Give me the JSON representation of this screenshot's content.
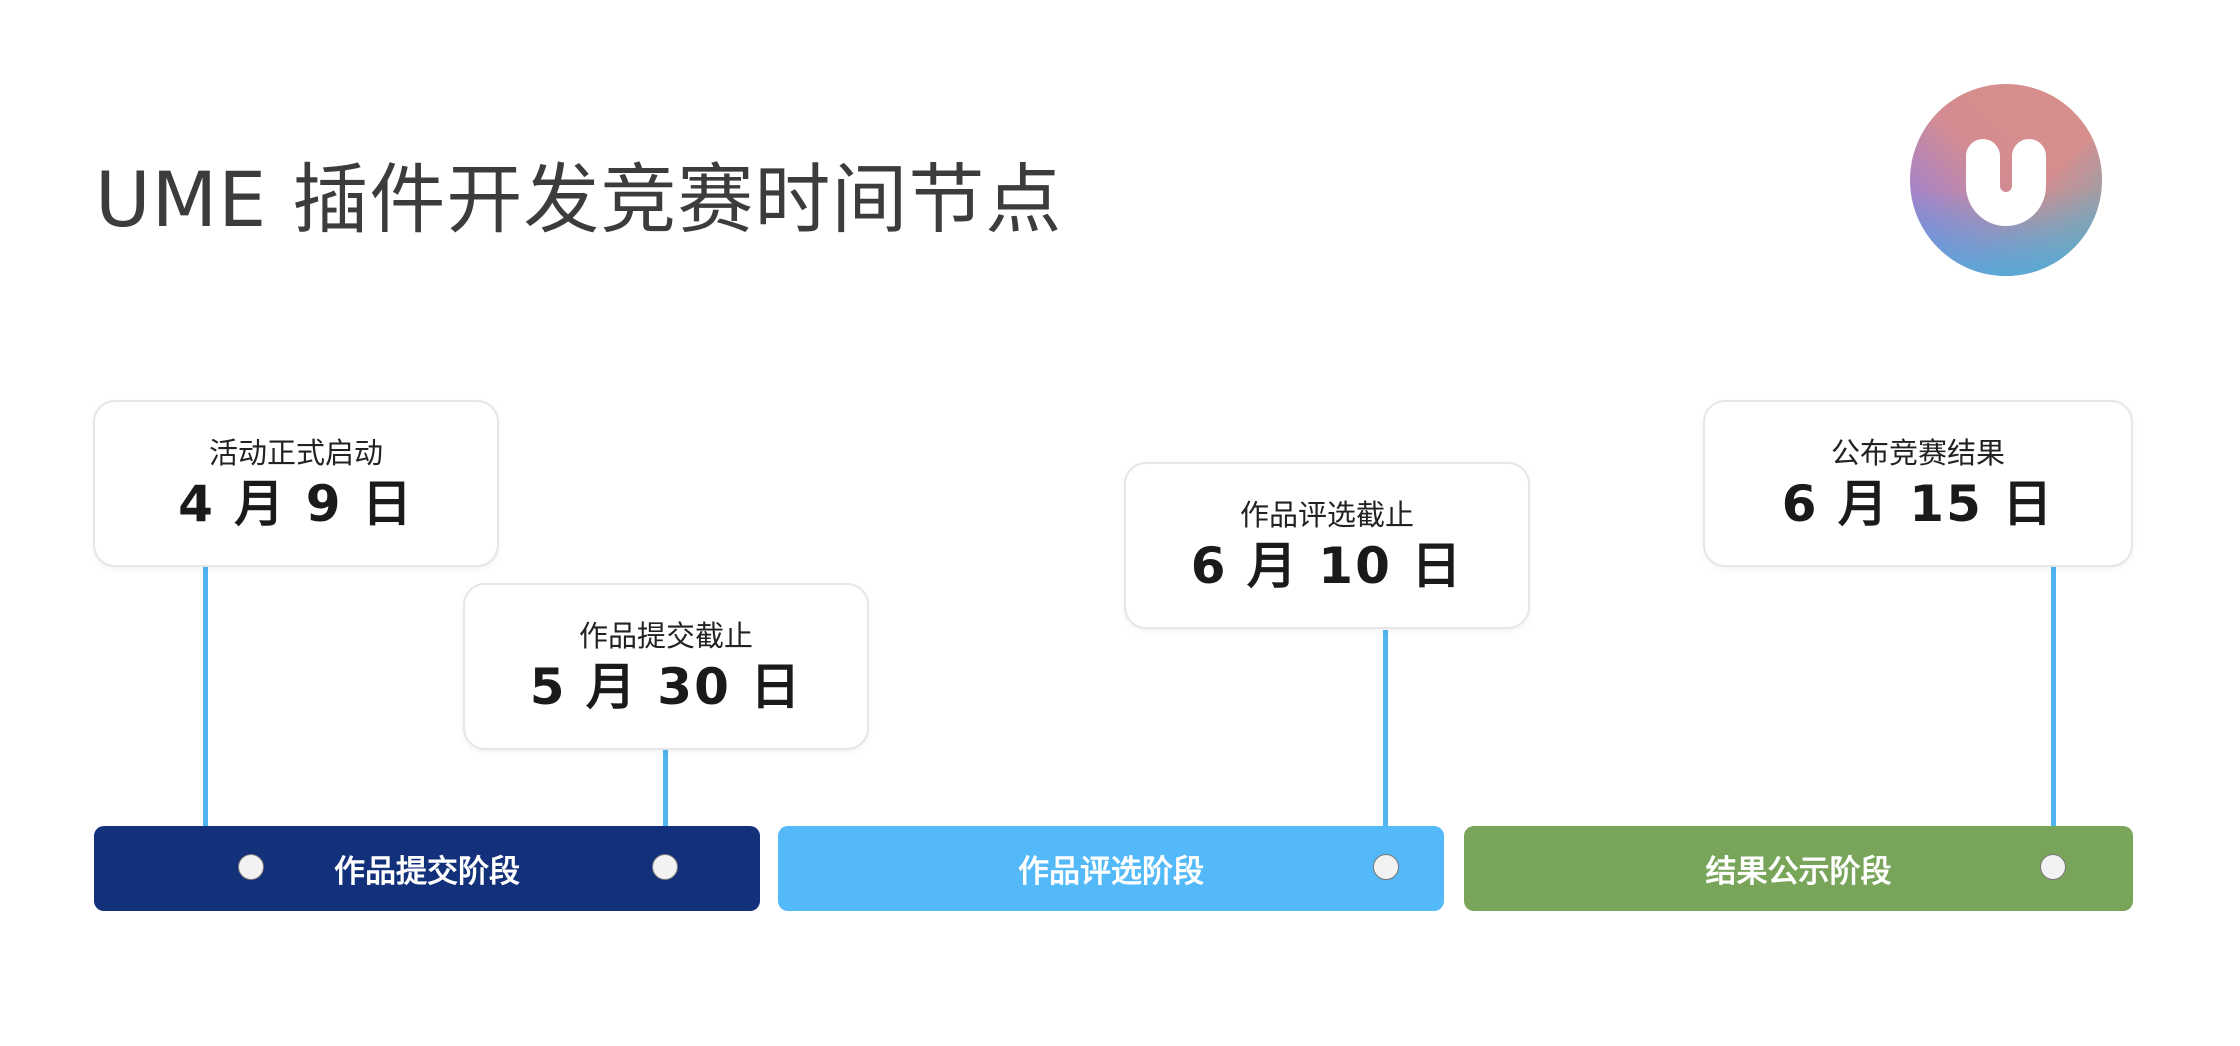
{
  "title": "UME 插件开发竞赛时间节点",
  "logo": {
    "name": "UME logo"
  },
  "milestones": [
    {
      "label": "活动正式启动",
      "date": "4 月 9 日"
    },
    {
      "label": "作品提交截止",
      "date": "5 月 30 日"
    },
    {
      "label": "作品评选截止",
      "date": "6 月 10 日"
    },
    {
      "label": "公布竞赛结果",
      "date": "6 月 15 日"
    }
  ],
  "phases": [
    {
      "label": "作品提交阶段",
      "color": "#13307a"
    },
    {
      "label": "作品评选阶段",
      "color": "#53b9f8"
    },
    {
      "label": "结果公示阶段",
      "color": "#78a55a"
    }
  ],
  "colors": {
    "connector": "#50b4f0",
    "title": "#3c3c3c"
  }
}
